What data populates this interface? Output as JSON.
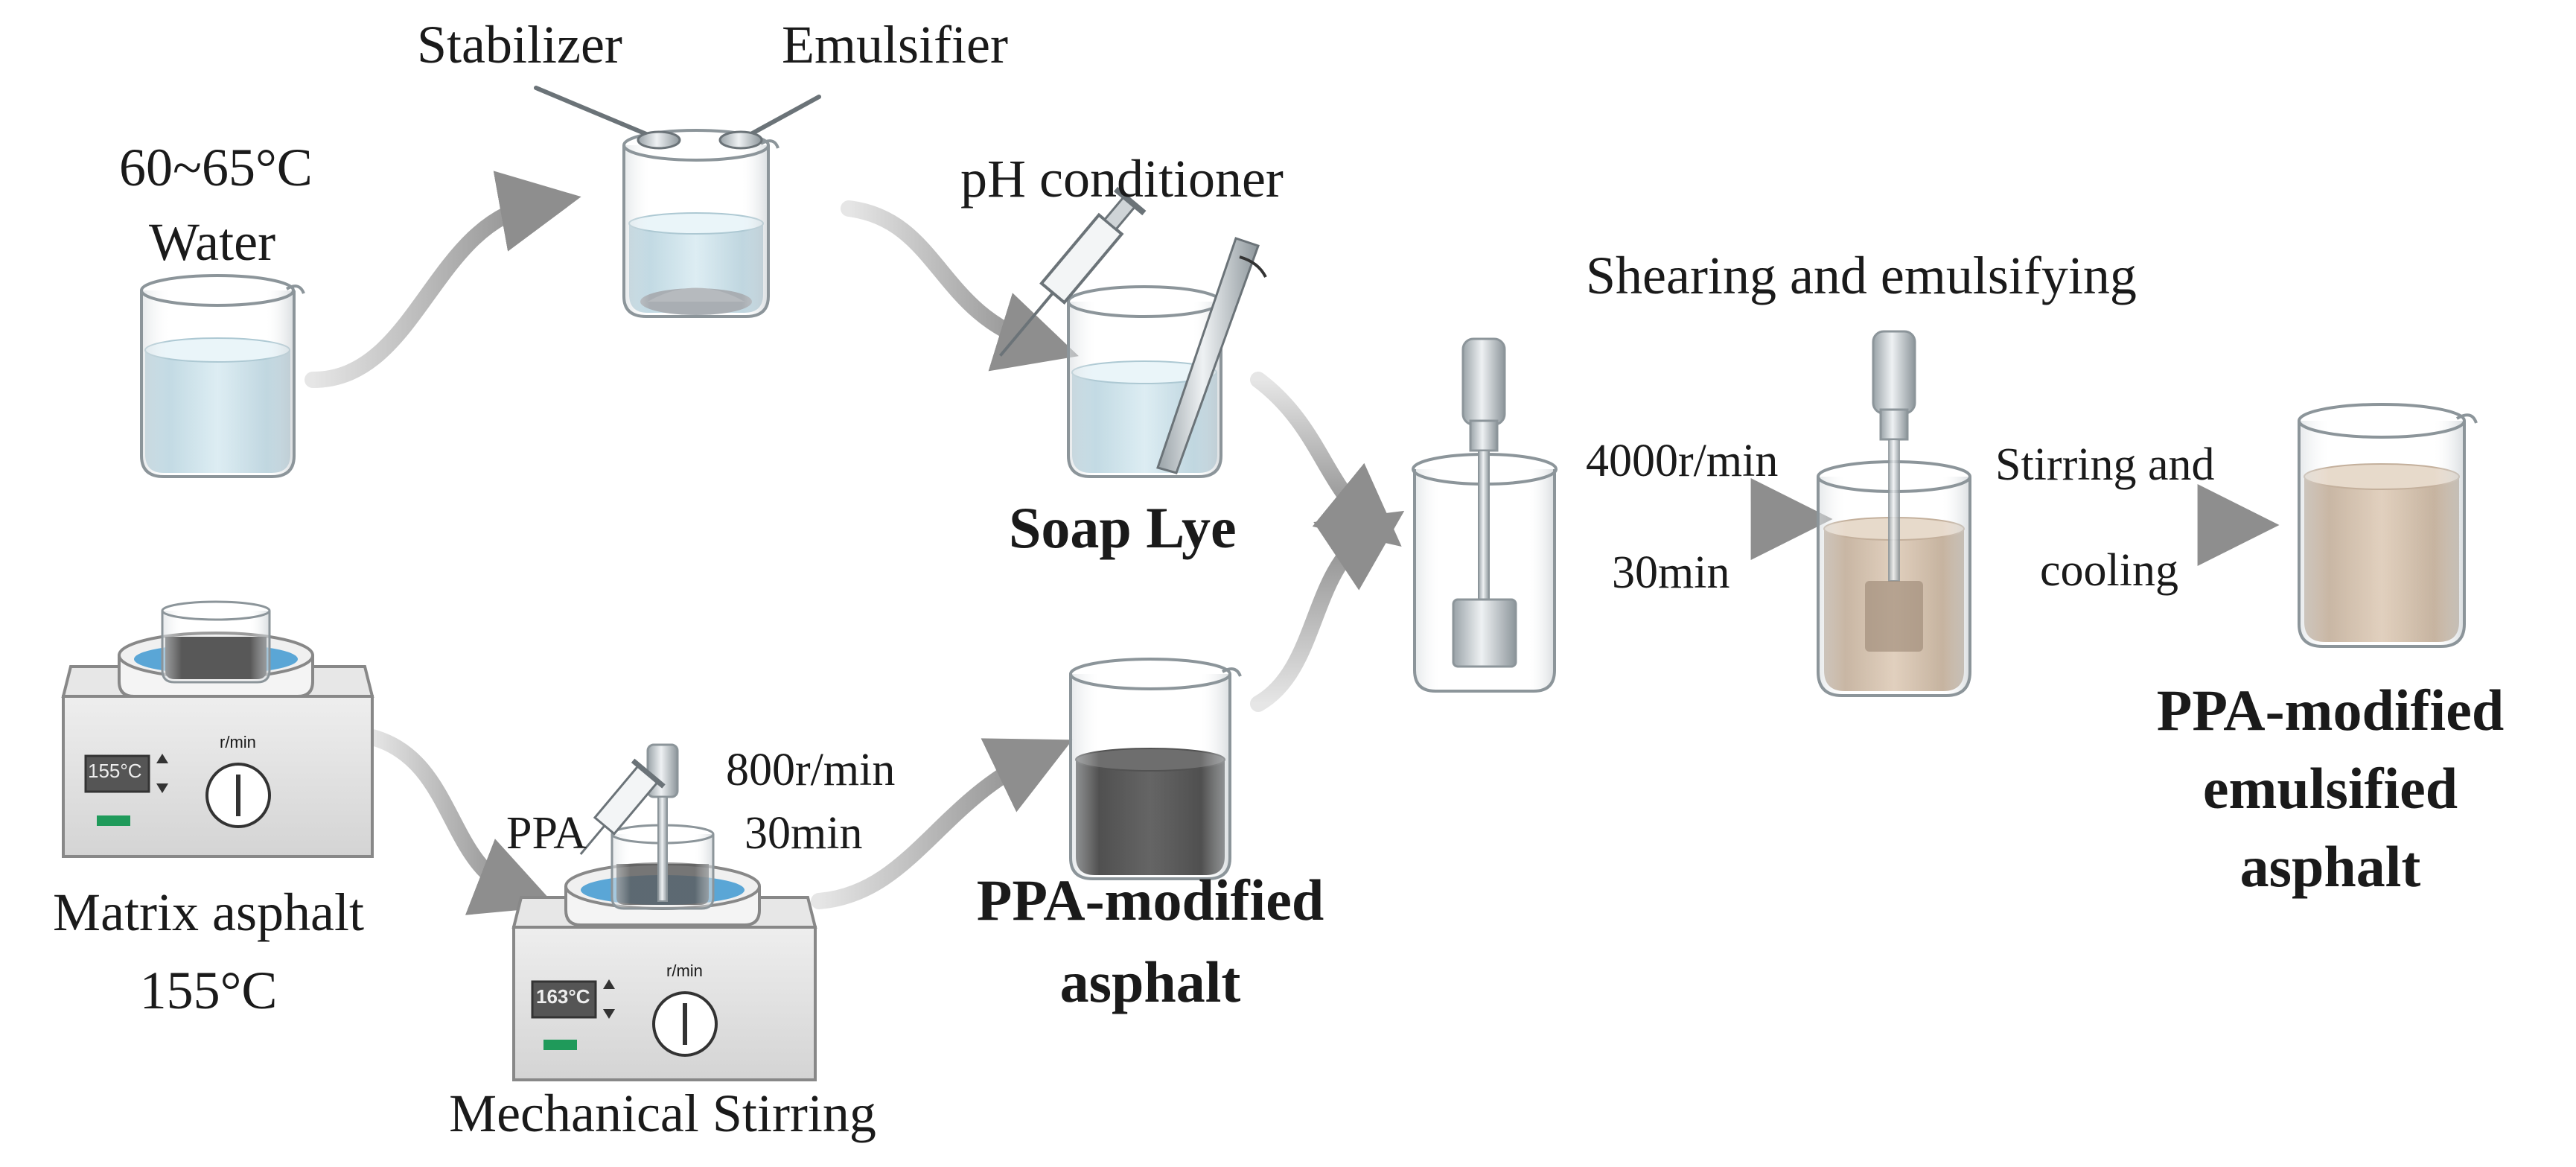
{
  "labels": {
    "stabilizer": "Stabilizer",
    "emulsifier": "Emulsifier",
    "water_temp": "60~65°C",
    "water": "Water",
    "ph_conditioner": "pH conditioner",
    "soap_lye": "Soap Lye",
    "shearing": "Shearing and emulsifying",
    "shear_speed": "4000r/min",
    "shear_time": "30min",
    "stir_cool_1": "Stirring and",
    "stir_cool_2": "cooling",
    "final_1": "PPA-modified",
    "final_2": "emulsified",
    "final_3": "asphalt",
    "matrix_asphalt": "Matrix asphalt",
    "matrix_temp": "155°C",
    "ppa": "PPA",
    "mix_speed": "800r/min",
    "mix_time": "30min",
    "ppa_asphalt_1": "PPA-modified",
    "ppa_asphalt_2": "asphalt",
    "mechanical_stirring": "Mechanical Stirring"
  },
  "heaters": {
    "first": {
      "display": "155°C",
      "unit": "r/min"
    },
    "second": {
      "display": "163°C",
      "unit": "r/min"
    }
  },
  "colors": {
    "water": "#cfe6ef",
    "asphalt": "#3a3a3a",
    "emulsion": "#c7b29c",
    "arrow": "#9a9a9a",
    "bath": "#5aa6d6",
    "indicator": "#1f9a5a"
  }
}
